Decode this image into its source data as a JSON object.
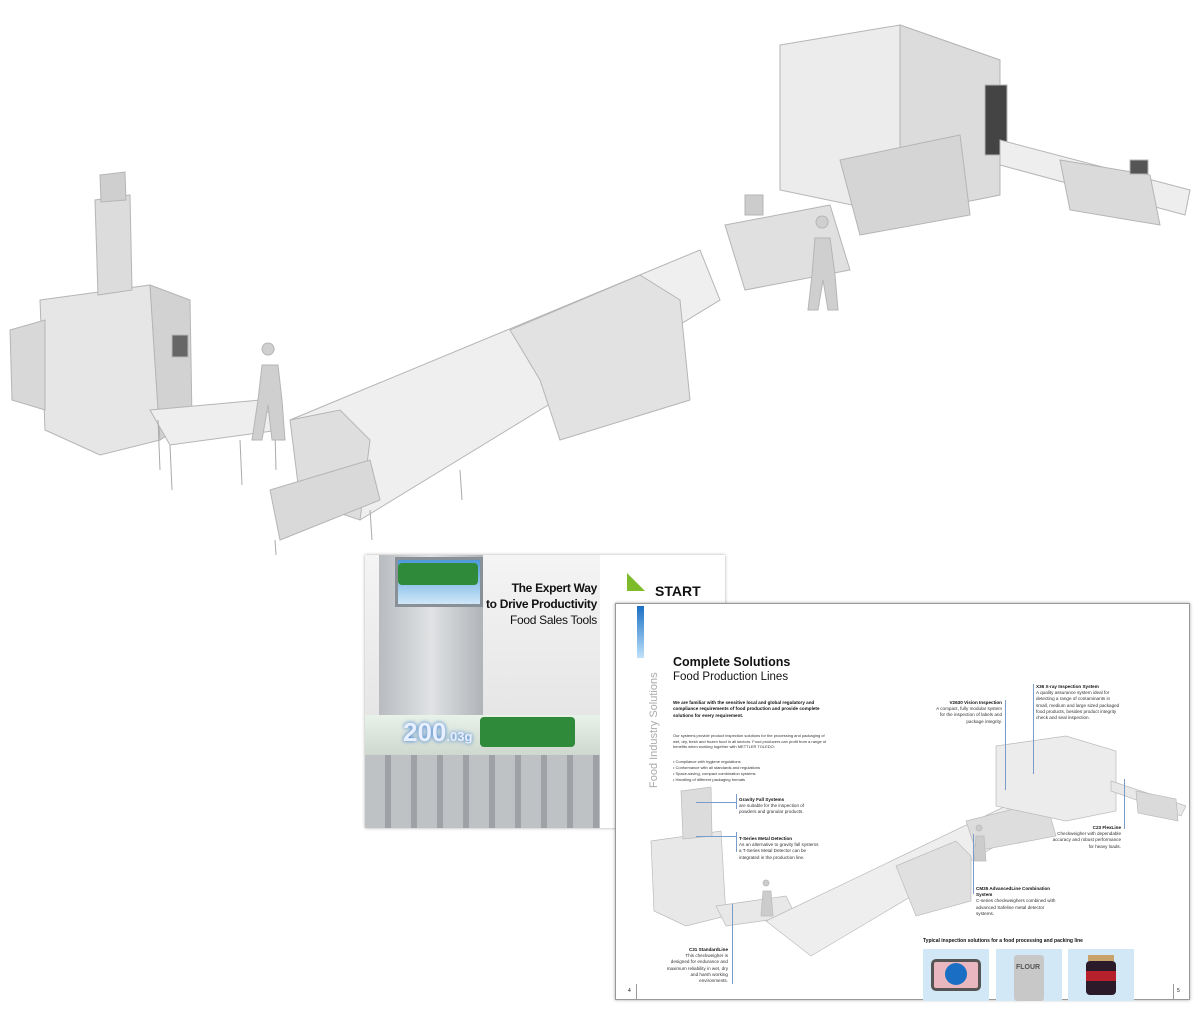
{
  "back_page": {
    "title_line1": "The Expert Way",
    "title_line2": "to Drive Productivity",
    "subtitle": "Food Sales Tools",
    "weight_display": "200",
    "weight_decimals": ".03g",
    "start_label": "START"
  },
  "front_page": {
    "side_label": "Food Industry Solutions",
    "title": "Complete Solutions",
    "subtitle": "Food Production Lines",
    "intro": "We are familiar with the sensitive local and global regulatory and compliance requirements of food production and provide complete solutions for every requirement.",
    "body": "Our systems provide product inspection solutions for the processing and packaging of wet, dry, fresh and frozen food in all sectors. Food producers can profit from a range of benefits when working together with METTLER TOLEDO:",
    "bullets": [
      "• Compliance with hygiene regulations",
      "• Conformance with all standards and regulations",
      "• Space-saving, compact combination systems",
      "• Handling of different packaging formats"
    ],
    "labels": {
      "gravity": {
        "title": "Gravity Fall Systems",
        "text": "are suitable for the inspection of powders and granular products."
      },
      "tseries": {
        "title": "T-Series Metal Detection",
        "text": "As an alternative to gravity fall systems a T-Series Metal Detector can be integrated in the production line."
      },
      "c31": {
        "title": "C31 StandardLine",
        "text": "This checkweigher is designed for endurance and maximum reliability in wet, dry and harsh working environments."
      },
      "cm35": {
        "title": "CM35 AdvancedLine Combination System",
        "text": "C-series checkweighers combined with advanced Safeline metal detector systems."
      },
      "c23": {
        "title": "C23 FlexLine",
        "text": "Checkweigher with dependable accuracy and robust performance for heavy loads."
      },
      "v2630": {
        "title": "V2630 Vision Inspection",
        "text": "A compact, fully modular system for the inspection of labels and package integrity."
      },
      "x36": {
        "title": "X36 X-ray Inspection System",
        "text": "A quality assurance system ideal for detecting a range of contaminants in small, medium and large sized packaged food products, besides product integrity check and seal inspection."
      }
    },
    "typical_heading": "Typical inspection solutions for a food processing and packing line",
    "flour_label": "FLOUR",
    "page_left": "4",
    "page_right": "5"
  },
  "colors": {
    "accent_green": "#7dbb2a",
    "accent_blue": "#1a6fc4",
    "thumb_bg": "#d3e8f6"
  }
}
